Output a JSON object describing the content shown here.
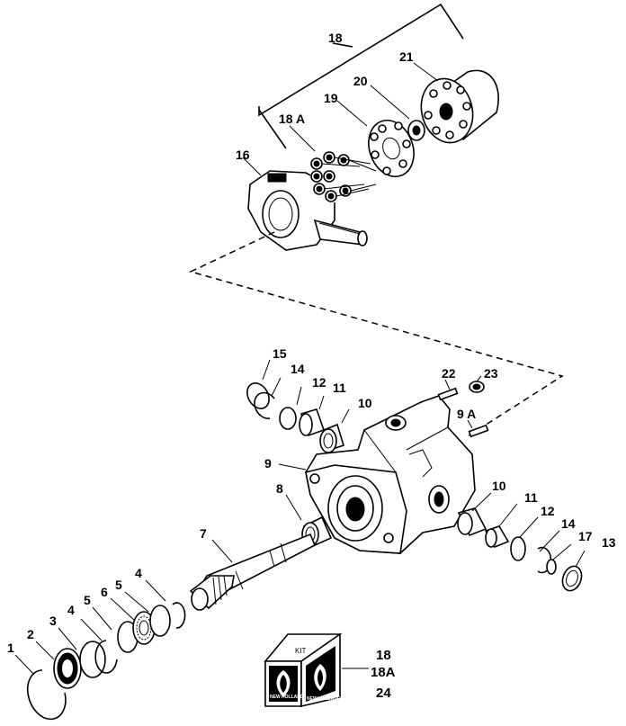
{
  "callouts": {
    "c1": "1",
    "c2": "2",
    "c3": "3",
    "c4a": "4",
    "c4b": "4",
    "c5a": "5",
    "c5b": "5",
    "c6": "6",
    "c7": "7",
    "c8": "8",
    "c9": "9",
    "c9a": "9 A",
    "c10a": "10",
    "c10b": "10",
    "c11a": "11",
    "c11b": "11",
    "c12a": "12",
    "c12b": "12",
    "c13": "13",
    "c14a": "14",
    "c14b": "14",
    "c15": "15",
    "c16": "16",
    "c17": "17",
    "c18": "18",
    "c18a": "18 A",
    "c19": "19",
    "c20": "20",
    "c21": "21",
    "c22": "22",
    "c23": "23"
  },
  "kit": {
    "box_label": "KIT",
    "brand": "NEW HOLLAND",
    "items": [
      "18",
      "18A",
      "24"
    ]
  },
  "icons": [
    "kit-box-icon",
    "new-holland-logo-icon"
  ]
}
